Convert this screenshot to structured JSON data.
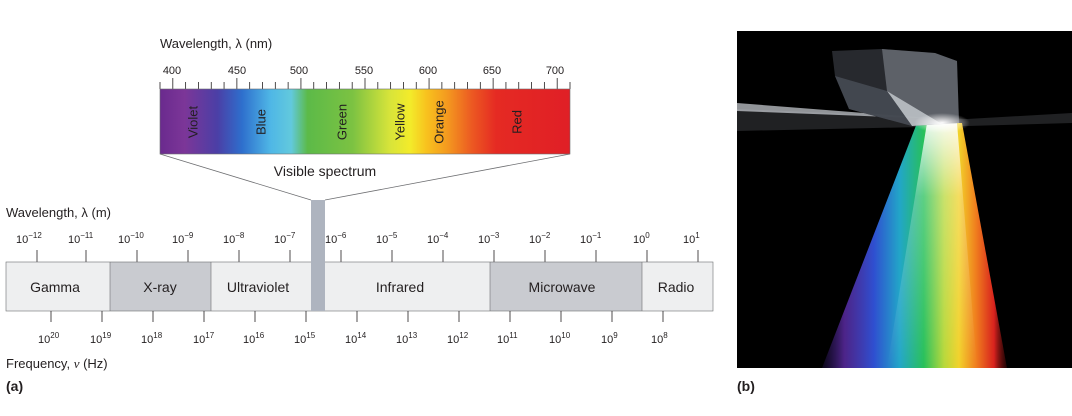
{
  "visible": {
    "axis_label": "Wavelength, λ (nm)",
    "ticks": [
      "400",
      "450",
      "500",
      "550",
      "600",
      "650",
      "700"
    ],
    "bands": [
      "Violet",
      "Blue",
      "Green",
      "Yellow",
      "Orange",
      "Red"
    ],
    "caption": "Visible spectrum"
  },
  "em": {
    "wavelength_label": "Wavelength, λ (m)",
    "wavelength_exponents": [
      "−12",
      "−11",
      "−10",
      "−9",
      "−8",
      "−7",
      "−6",
      "−5",
      "−4",
      "−3",
      "−2",
      "−1",
      "0",
      "1"
    ],
    "regions": [
      "Gamma",
      "X-ray",
      "Ultraviolet",
      "Infrared",
      "Microwave",
      "Radio"
    ],
    "frequency_exponents": [
      "20",
      "19",
      "18",
      "17",
      "16",
      "15",
      "14",
      "13",
      "12",
      "11",
      "10",
      "9",
      "8"
    ],
    "frequency_label_main": "Frequency, ",
    "frequency_symbol": "ν",
    "frequency_unit": " (Hz)"
  },
  "panels": {
    "a": "(a)",
    "b": "(b)"
  },
  "colors": {
    "violet": "#7a2f96",
    "blue": "#2e7fd0",
    "cyan": "#5fd0e8",
    "green": "#6cc04a",
    "yellow": "#f2ea2a",
    "orange": "#f6a31e",
    "red": "#e52521",
    "region_light": "#eeeff0",
    "region_dark": "#c9cbd0",
    "visible_strip": "#aeb4bf"
  }
}
